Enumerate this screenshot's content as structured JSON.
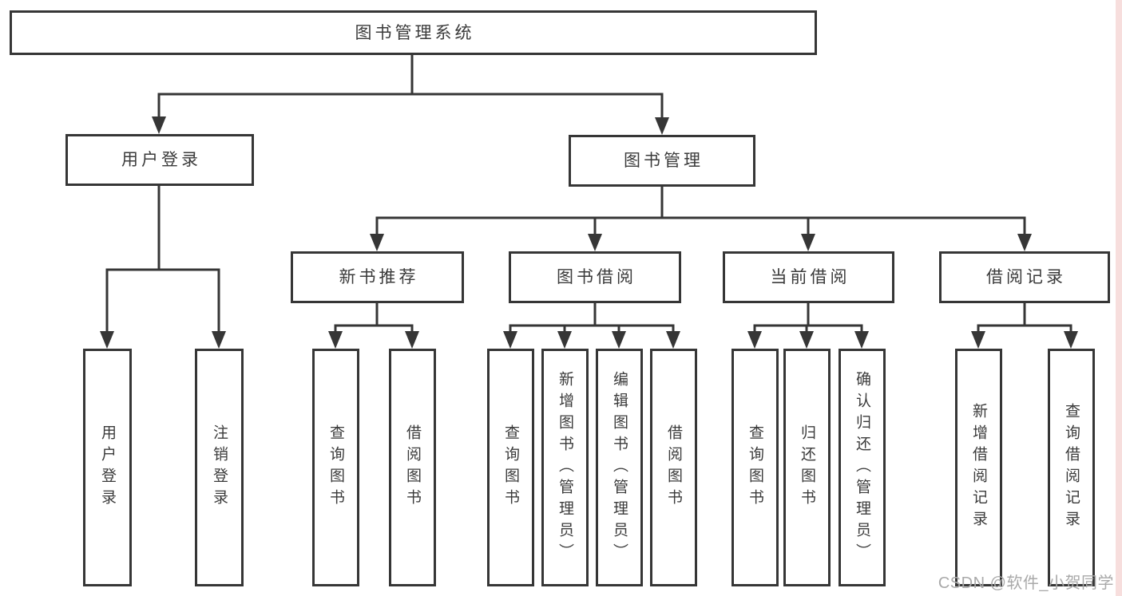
{
  "tree": {
    "label": "图书管理系统",
    "children": [
      {
        "label": "用户登录",
        "children": [
          {
            "label": "用户登录"
          },
          {
            "label": "注销登录"
          }
        ]
      },
      {
        "label": "图书管理",
        "children": [
          {
            "label": "新书推荐",
            "children": [
              {
                "label": "查询图书"
              },
              {
                "label": "借阅图书"
              }
            ]
          },
          {
            "label": "图书借阅",
            "children": [
              {
                "label": "查询图书"
              },
              {
                "label": "新增图书（管理员）"
              },
              {
                "label": "编辑图书（管理员）"
              },
              {
                "label": "借阅图书"
              }
            ]
          },
          {
            "label": "当前借阅",
            "children": [
              {
                "label": "查询图书"
              },
              {
                "label": "归还图书"
              },
              {
                "label": "确认归还（管理员）"
              }
            ]
          },
          {
            "label": "借阅记录",
            "children": [
              {
                "label": "新增借阅记录"
              },
              {
                "label": "查询借阅记录"
              }
            ]
          }
        ]
      }
    ]
  },
  "watermark": "CSDN @软件_小贺同学",
  "colors": {
    "line": "#363636",
    "text": "#3b3b3b",
    "watermark": "#a9a9a9",
    "right_strip": "#f7dedd",
    "background": "#ffffff"
  }
}
